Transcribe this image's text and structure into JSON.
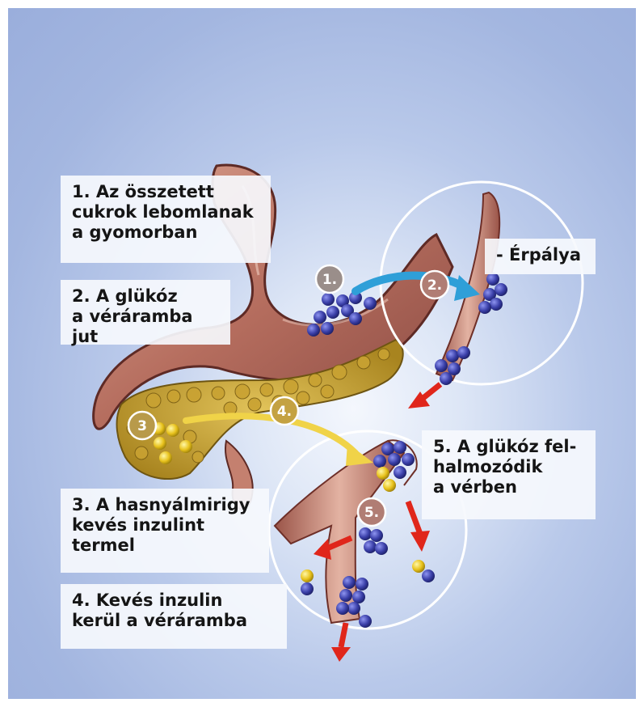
{
  "labels": {
    "step1": "1. Az összetett\ncukrok lebomlanak\na gyomorban",
    "step2": "2. A glükóz\na véráramba jut",
    "step3": "3. A hasnyálmirigy\nkevés inzulint\ntermel",
    "step4": "4. Kevés inzulin\nkerül a véráramba",
    "step5": "5. A glükóz fel-\nhalmozódik\na vérben",
    "vessel": "- Érpálya"
  },
  "badges": {
    "b1": "1.",
    "b2": "2.",
    "b3": "3",
    "b4": "4.",
    "b5": "5."
  },
  "colors": {
    "glucose": "#3a3fa8",
    "insulin": "#e8c21c",
    "arrow_glucose": "#2f9fd8",
    "arrow_insulin": "#f0d348",
    "arrow_flow": "#e0261b",
    "tissue": "#c4806f"
  }
}
